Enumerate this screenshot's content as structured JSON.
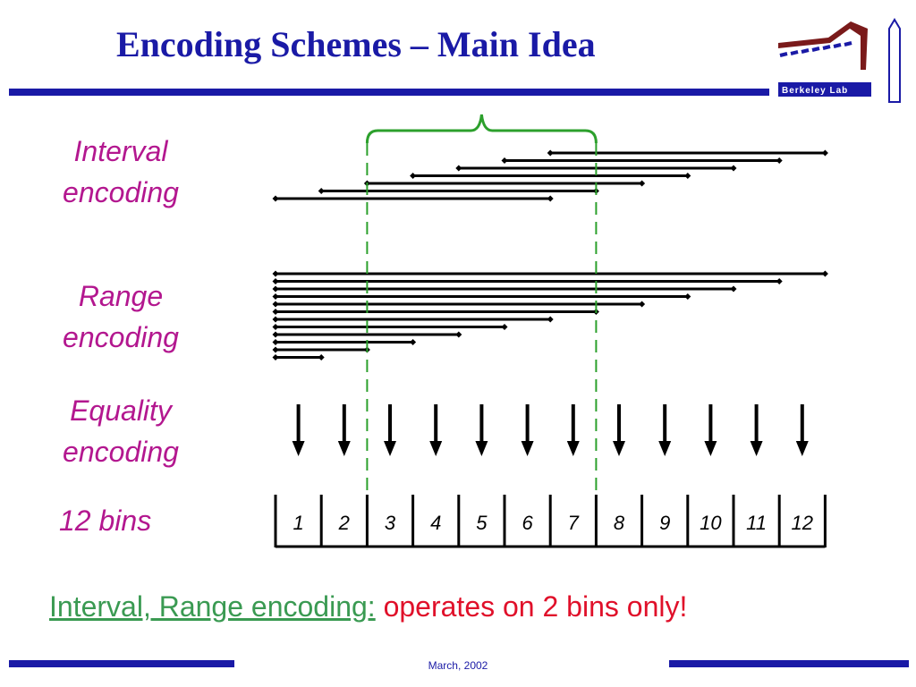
{
  "slide": {
    "title": "Encoding Schemes – Main Idea",
    "logo_text": "Berkeley Lab",
    "footer_date": "March, 2002"
  },
  "labels": {
    "interval": "Interval\nencoding",
    "range": "Range\nencoding",
    "equality": "Equality\nencoding",
    "bins": "12 bins"
  },
  "bins": [
    "1",
    "2",
    "3",
    "4",
    "5",
    "6",
    "7",
    "8",
    "9",
    "10",
    "11",
    "12"
  ],
  "interval_encoding": {
    "first_bin": 1,
    "last_bin": 12,
    "intervals": 7,
    "width_bins": 6
  },
  "range_encoding": {
    "ranges": 12
  },
  "equality_encoding": {
    "arrows": 12
  },
  "highlight": {
    "from_bin": 3,
    "to_bin": 7
  },
  "summary": {
    "lead": "Interval, Range encoding:",
    "rest": " operates on 2 bins only!"
  },
  "colors": {
    "title": "#1a1aa6",
    "label": "#b3178f",
    "highlight": "#2ca02c",
    "summary_lead": "#3a9a52",
    "summary_rest": "#e0102a"
  }
}
